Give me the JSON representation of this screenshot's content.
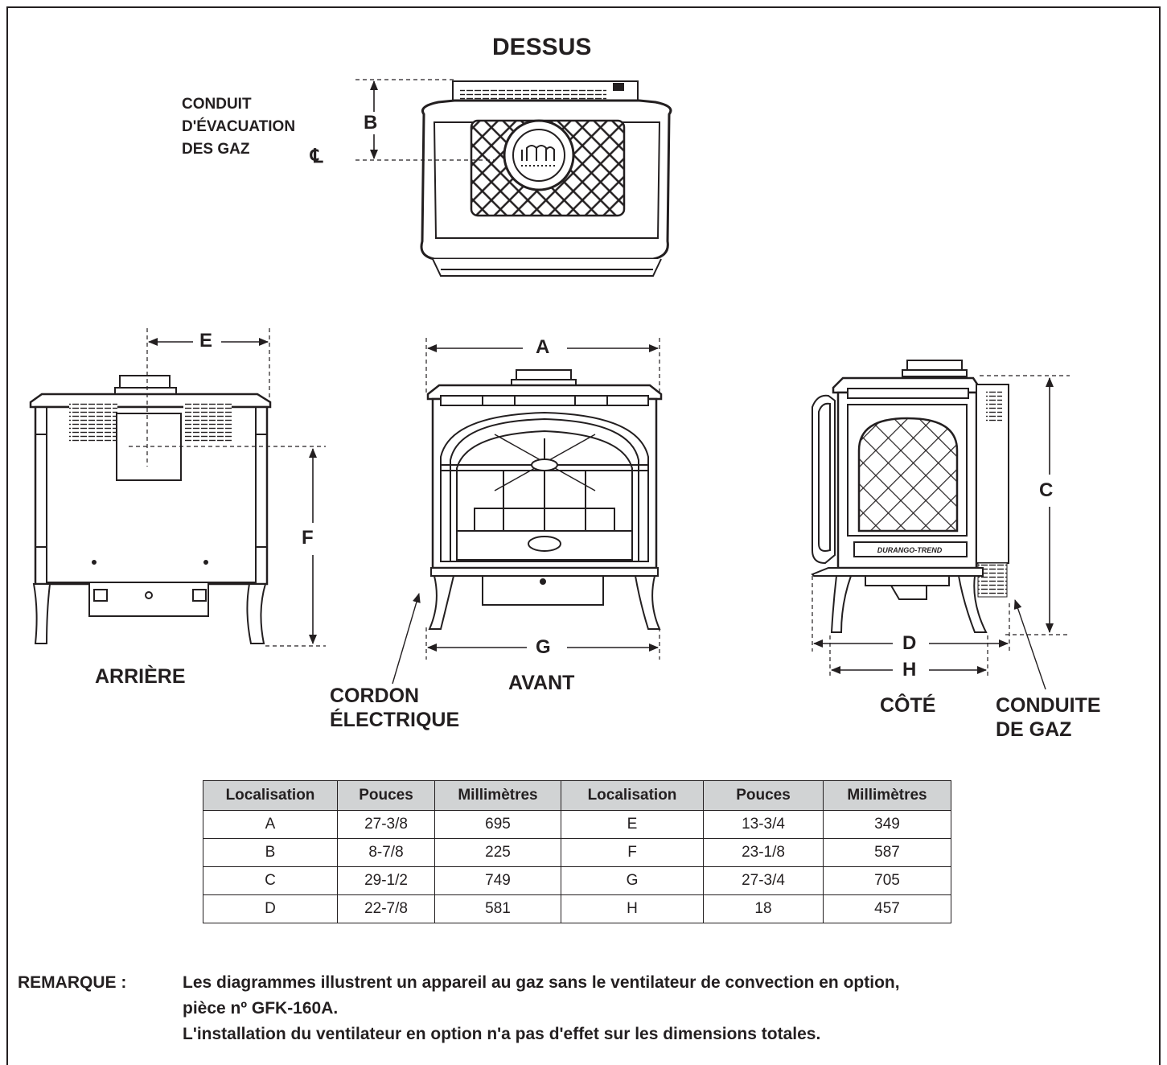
{
  "top_view": {
    "title": "DESSUS",
    "flue_label": [
      "CONDUIT",
      "D'ÉVACUATION",
      "DES GAZ"
    ],
    "centerline": "℄",
    "dim": "B"
  },
  "rear_view": {
    "title": "ARRIÈRE",
    "dim_e": "E",
    "dim_f": "F"
  },
  "front_view": {
    "title": "AVANT",
    "dim_a": "A",
    "dim_g": "G",
    "cord_label": [
      "CORDON",
      "ÉLECTRIQUE"
    ]
  },
  "side_view": {
    "title": "CÔTÉ",
    "dim_c": "C",
    "dim_d": "D",
    "dim_h": "H",
    "gas_label": [
      "CONDUITE",
      "DE GAZ"
    ],
    "brand_plate": "DURANGO-TREND"
  },
  "table": {
    "headers": [
      "Localisation",
      "Pouces",
      "Millimètres",
      "Localisation",
      "Pouces",
      "Millimètres"
    ],
    "rows": [
      [
        "A",
        "27-3/8",
        "695",
        "E",
        "13-3/4",
        "349"
      ],
      [
        "B",
        "8-7/8",
        "225",
        "F",
        "23-1/8",
        "587"
      ],
      [
        "C",
        "29-1/2",
        "749",
        "G",
        "27-3/4",
        "705"
      ],
      [
        "D",
        "22-7/8",
        "581",
        "H",
        "18",
        "457"
      ]
    ]
  },
  "note": {
    "prefix": "REMARQUE :",
    "line1": "Les diagrammes illustrent un appareil au gaz sans le ventilateur de convection en option,",
    "line2": "pièce nº GFK-160A.",
    "line3": "L'installation du ventilateur en option n'a pas d'effet sur les dimensions totales."
  }
}
